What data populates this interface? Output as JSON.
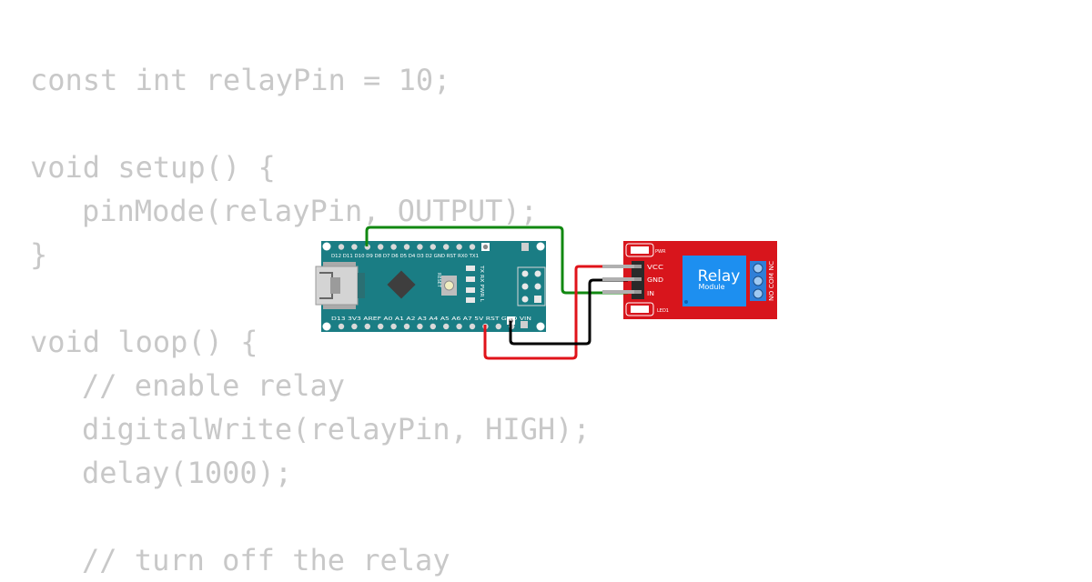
{
  "code": {
    "lines": [
      {
        "indent": false,
        "text": "const int relayPin = 10;"
      },
      {
        "indent": false,
        "text": ""
      },
      {
        "indent": false,
        "text": "void setup() {"
      },
      {
        "indent": true,
        "text": "pinMode(relayPin, OUTPUT);"
      },
      {
        "indent": false,
        "text": "}"
      },
      {
        "indent": false,
        "text": ""
      },
      {
        "indent": false,
        "text": "void loop() {"
      },
      {
        "indent": true,
        "text": "// enable relay"
      },
      {
        "indent": true,
        "text": "digitalWrite(relayPin, HIGH);"
      },
      {
        "indent": true,
        "text": "delay(1000);"
      },
      {
        "indent": false,
        "text": ""
      },
      {
        "indent": true,
        "text": "// turn off the relay"
      }
    ]
  },
  "arduino_nano": {
    "top_pin_labels": "D12 D11 D10 D9 D8 D7 D6 D5 D4 D3 D2 GND RST RX0 TX1",
    "bottom_pin_labels": "D13 3V3 AREF A0 A1 A2 A3 A4 A5 A6 A7 5V RST GND VIN",
    "reset_label": "RESET",
    "led_labels": "TX RX PWR L"
  },
  "relay_module": {
    "title": "Relay",
    "subtitle": "Module",
    "pins": {
      "vcc": "VCC",
      "gnd": "GND",
      "in": "IN"
    },
    "pwr_label": "PWR",
    "led_label": "LED1",
    "terminal_label": "NO COM NC"
  },
  "colors": {
    "code_text": "#c8c8c8",
    "nano_board": "#1a7d84",
    "relay_board": "#d8151c",
    "relay_box": "#1d8ff0",
    "wire_signal": "#118811",
    "wire_power": "#e0131a",
    "wire_ground": "#000000"
  }
}
